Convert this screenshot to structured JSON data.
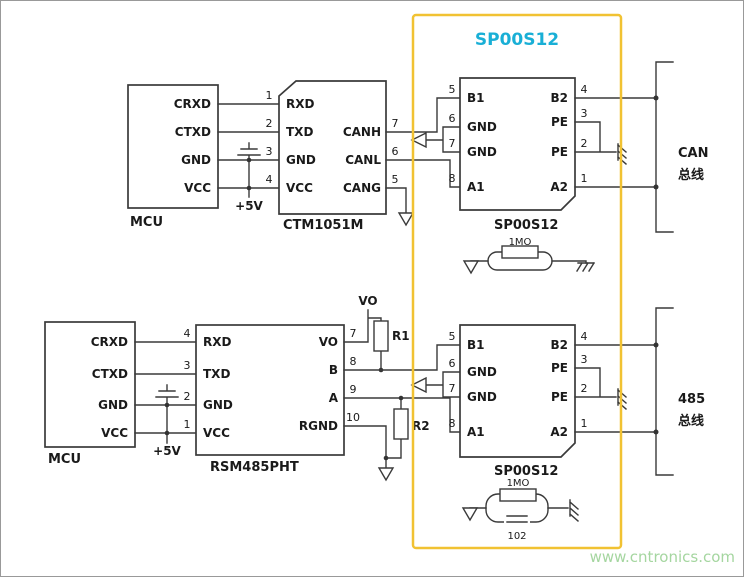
{
  "title": "SP00S12",
  "watermark": "www.cntronics.com",
  "colors": {
    "highlight": "#F1C232",
    "title": "#19AFD6",
    "watermark": "#A5D6A0"
  },
  "can": {
    "mcu": {
      "name": "MCU",
      "pins": [
        "CRXD",
        "CTXD",
        "GND",
        "VCC"
      ]
    },
    "supply": "+5V",
    "xcvr": {
      "name": "CTM1051M",
      "left": [
        {
          "n": "1",
          "p": "RXD"
        },
        {
          "n": "2",
          "p": "TXD"
        },
        {
          "n": "3",
          "p": "GND"
        },
        {
          "n": "4",
          "p": "VCC"
        }
      ],
      "right": [
        {
          "n": "7",
          "p": "CANH"
        },
        {
          "n": "6",
          "p": "CANL"
        },
        {
          "n": "5",
          "p": "CANG"
        }
      ]
    },
    "prot": {
      "name": "SP00S12",
      "left": [
        {
          "n": "5",
          "p": "B1"
        },
        {
          "n": "6",
          "p": "GND"
        },
        {
          "n": "7",
          "p": "GND"
        },
        {
          "n": "8",
          "p": "A1"
        }
      ],
      "right": [
        {
          "n": "4",
          "p": "B2"
        },
        {
          "n": "3",
          "p": "PE"
        },
        {
          "n": "2",
          "p": "PE"
        },
        {
          "n": "1",
          "p": "A2"
        }
      ]
    },
    "bleed_resistor": "1MO",
    "bus": [
      "CAN",
      "总线"
    ]
  },
  "rs485": {
    "mcu": {
      "name": "MCU",
      "pins": [
        "CRXD",
        "CTXD",
        "GND",
        "VCC"
      ]
    },
    "supply": "+5V",
    "xcvr": {
      "name": "RSM485PHT",
      "left": [
        {
          "n": "4",
          "p": "RXD"
        },
        {
          "n": "3",
          "p": "TXD"
        },
        {
          "n": "2",
          "p": "GND"
        },
        {
          "n": "1",
          "p": "VCC"
        }
      ],
      "right": [
        {
          "n": "7",
          "p": "VO"
        },
        {
          "n": "8",
          "p": "B"
        },
        {
          "n": "9",
          "p": "A"
        },
        {
          "n": "10",
          "p": "RGND"
        }
      ]
    },
    "vo_net": "VO",
    "r1": "R1",
    "r2": "R2",
    "prot": {
      "name": "SP00S12",
      "left": [
        {
          "n": "5",
          "p": "B1"
        },
        {
          "n": "6",
          "p": "GND"
        },
        {
          "n": "7",
          "p": "GND"
        },
        {
          "n": "8",
          "p": "A1"
        }
      ],
      "right": [
        {
          "n": "4",
          "p": "B2"
        },
        {
          "n": "3",
          "p": "PE"
        },
        {
          "n": "2",
          "p": "PE"
        },
        {
          "n": "1",
          "p": "A2"
        }
      ]
    },
    "bleed_resistor": "1MO",
    "bleed_capacitor": "102",
    "bus": [
      "485",
      "总线"
    ]
  }
}
